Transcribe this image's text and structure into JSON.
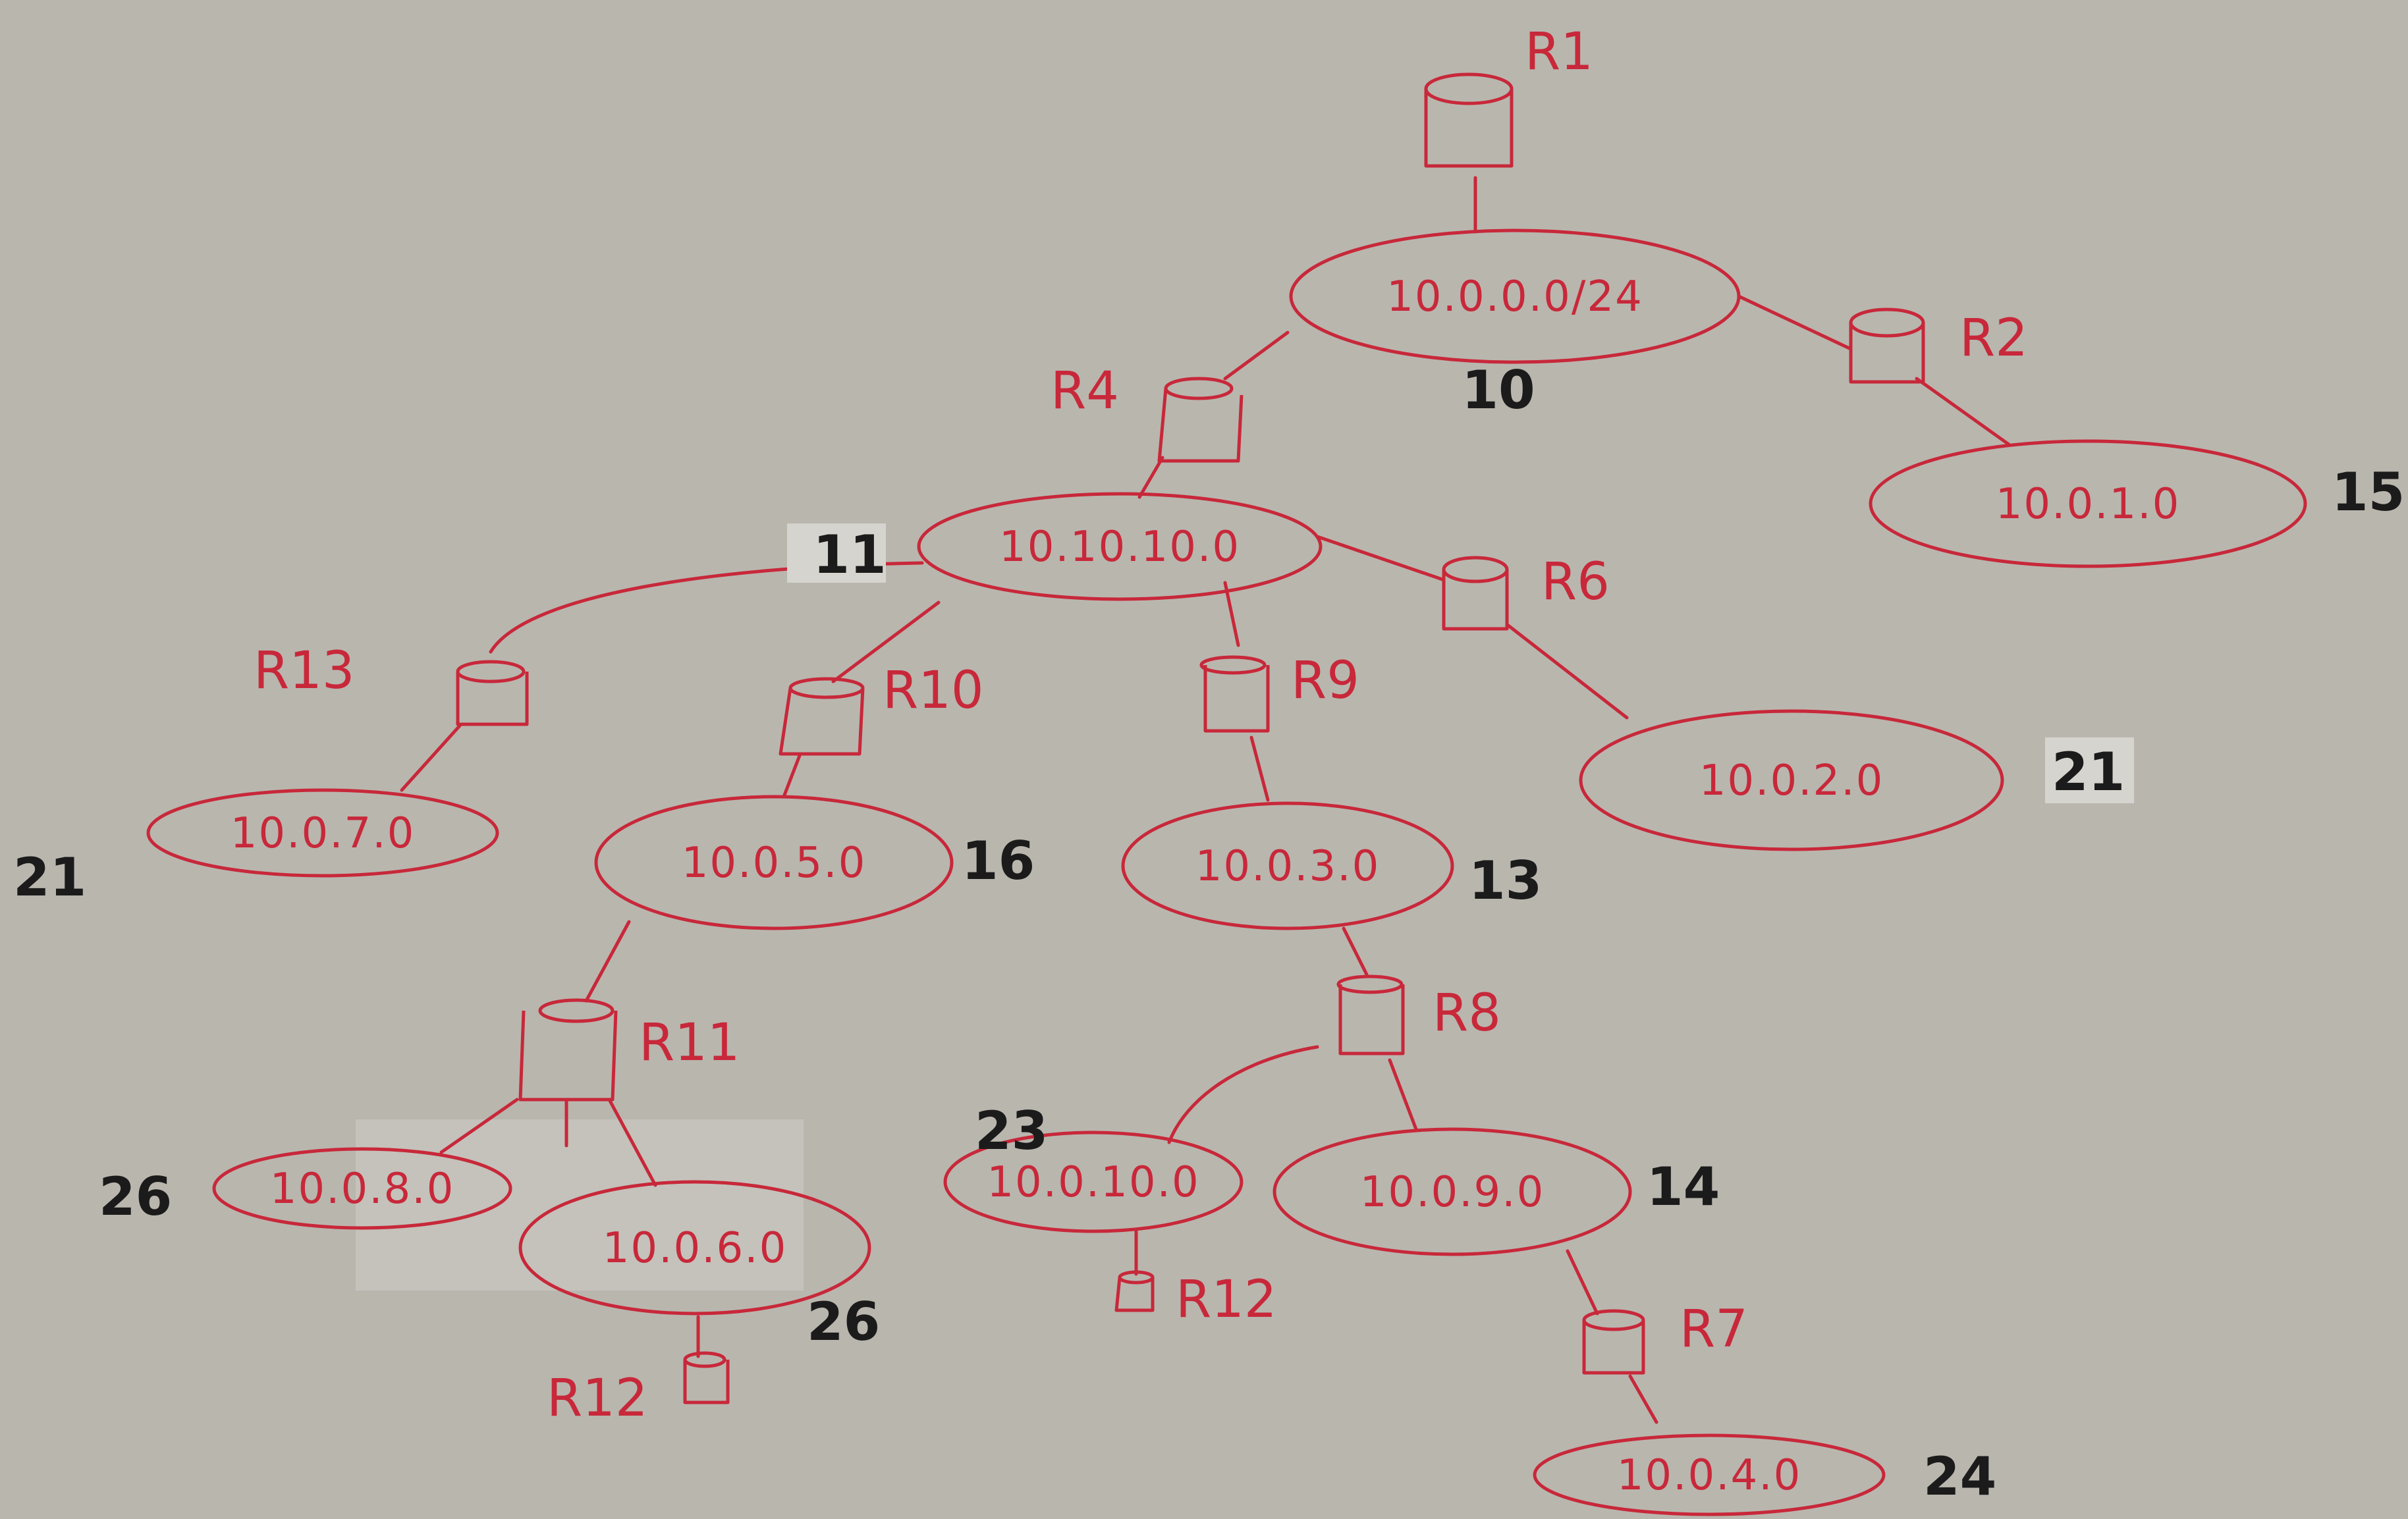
{
  "colors": {
    "ink_red": "#c8283a",
    "ink_black": "#1c1b1b",
    "paper": "#b9b6ae"
  },
  "networks": [
    {
      "id": "n0",
      "label": "10.0.0.0/24",
      "cost": "10"
    },
    {
      "id": "n1",
      "label": "10.0.1.0",
      "cost": "15"
    },
    {
      "id": "n10",
      "label": "10.10.10.0",
      "cost": "11"
    },
    {
      "id": "n2",
      "label": "10.0.2.0",
      "cost": "21"
    },
    {
      "id": "n7",
      "label": "10.0.7.0",
      "cost": "21"
    },
    {
      "id": "n5",
      "label": "10.0.5.0",
      "cost": "16"
    },
    {
      "id": "n3",
      "label": "10.0.3.0",
      "cost": "13"
    },
    {
      "id": "n8",
      "label": "10.0.8.0",
      "cost": "26"
    },
    {
      "id": "n6",
      "label": "10.0.6.0",
      "cost": "26"
    },
    {
      "id": "n100",
      "label": "10.0.10.0",
      "cost": "23"
    },
    {
      "id": "n9",
      "label": "10.0.9.0",
      "cost": "14"
    },
    {
      "id": "n4",
      "label": "10.0.4.0",
      "cost": "24"
    }
  ],
  "routers": [
    {
      "id": "r1",
      "label": "R1"
    },
    {
      "id": "r2",
      "label": "R2"
    },
    {
      "id": "r4",
      "label": "R4"
    },
    {
      "id": "r6",
      "label": "R6"
    },
    {
      "id": "r13",
      "label": "R13"
    },
    {
      "id": "r10",
      "label": "R10"
    },
    {
      "id": "r9",
      "label": "R9"
    },
    {
      "id": "r11",
      "label": "R11"
    },
    {
      "id": "r8",
      "label": "R8"
    },
    {
      "id": "r12a",
      "label": "R12"
    },
    {
      "id": "r12b",
      "label": "R12"
    },
    {
      "id": "r7",
      "label": "R7"
    }
  ]
}
